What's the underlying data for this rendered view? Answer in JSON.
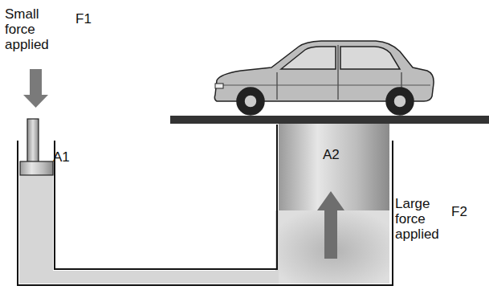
{
  "diagram": {
    "labels": [
      "Small force applied",
      "F1",
      "A1",
      "A2",
      "Large force applied",
      "F2"
    ]
  }
}
